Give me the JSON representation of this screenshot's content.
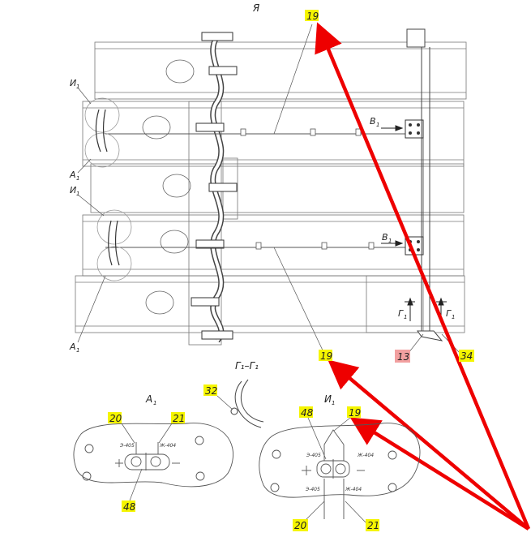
{
  "view_title": "Я",
  "labels": {
    "i1_top": "И",
    "i1_mid": "И",
    "a1_top": "А",
    "a1_bot": "А",
    "v1_top": "В",
    "v1_bot": "В",
    "g1_left": "Г",
    "g1_right": "Г",
    "section_g1": "Г₁–Г₁",
    "detail_a1": "А",
    "detail_i1": "И",
    "sub1": "1"
  },
  "callouts": {
    "c19_top": "19",
    "c19_mid": "19",
    "c19_detail": "19",
    "c13": "13",
    "c34": "34",
    "c32": "32",
    "c20_a": "20",
    "c21_a": "21",
    "c48_a": "48",
    "c48_i": "48",
    "c20_i": "20",
    "c21_i": "21"
  },
  "wire_marks": {
    "a_left_top": "Э-405",
    "a_right_top": "Ж-404",
    "i_left_top": "Э-405",
    "i_right_top": "Ж-404",
    "i_left_bot": "Э-405",
    "i_right_bot": "Ж-404"
  },
  "colors": {
    "callout_yellow": "#f5f500",
    "callout_red": "#f2a0a0",
    "arrow_red": "#ee0000",
    "line": "#555555"
  }
}
